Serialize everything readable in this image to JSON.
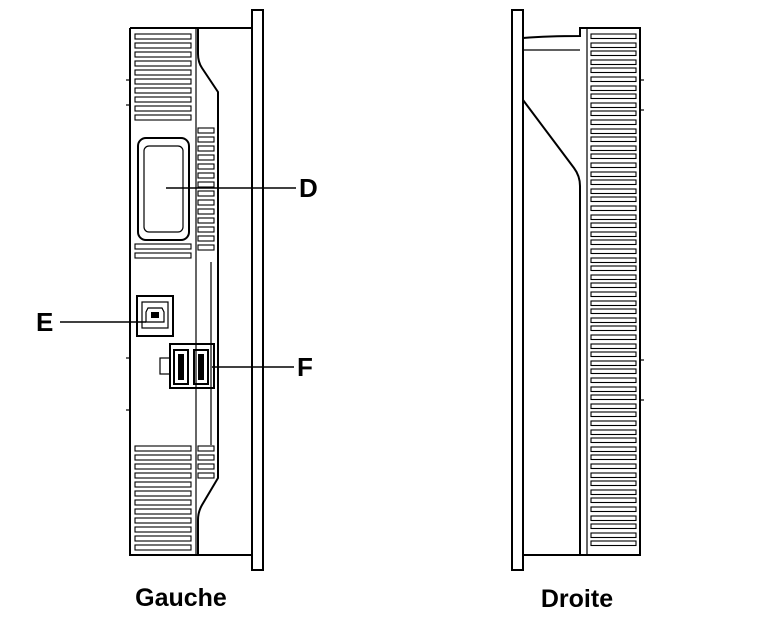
{
  "views": {
    "left": {
      "caption": "Gauche"
    },
    "right": {
      "caption": "Droite"
    }
  },
  "callouts": {
    "d": "D",
    "e": "E",
    "f": "F"
  },
  "colors": {
    "stroke": "#000000",
    "background": "#ffffff"
  }
}
